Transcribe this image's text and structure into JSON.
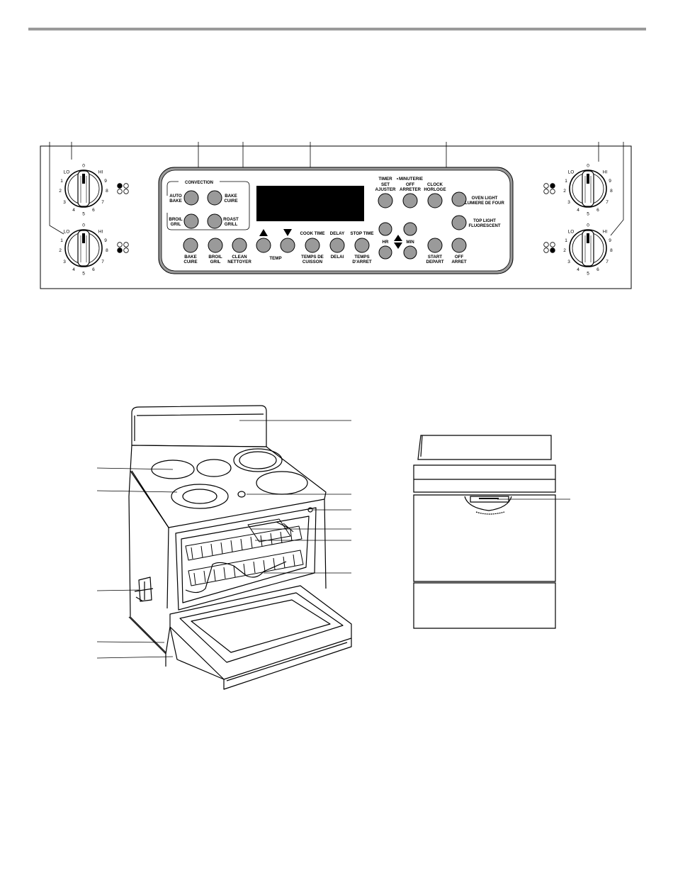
{
  "knob_scale": {
    "off": "0",
    "lo": "LO",
    "hi": "HI",
    "numbers": [
      "1",
      "2",
      "3",
      "4",
      "5",
      "6",
      "7",
      "8",
      "9"
    ]
  },
  "panel": {
    "convection_label": "CONVECTION",
    "convection_buttons": [
      {
        "line1": "AUTO",
        "line2": "BAKE"
      },
      {
        "line1": "BAKE",
        "line2": "CUIRE"
      },
      {
        "line1": "BROIL",
        "line2": "GRIL"
      },
      {
        "line1": "ROAST",
        "line2": "GRILL"
      }
    ],
    "bottom_buttons": [
      {
        "line1": "BAKE",
        "line2": "CUIRE"
      },
      {
        "line1": "BROIL",
        "line2": "GRIL"
      },
      {
        "line1": "CLEAN",
        "line2": "NETTOYER"
      }
    ],
    "temp_label": "TEMP",
    "cook_time": {
      "top": "COOK TIME",
      "line1": "TEMPS DE",
      "line2": "CUISSON"
    },
    "delay": {
      "top": "DELAY",
      "bottom": "DELAI"
    },
    "stop_time": {
      "top": "STOP TIME",
      "line1": "TEMPS",
      "line2": "D'ARRET"
    },
    "timer": {
      "left": "TIMER",
      "sep": "•",
      "right": "MINUTERIE"
    },
    "set": {
      "line1": "SET",
      "line2": "AJUSTER"
    },
    "off_top": {
      "line1": "OFF",
      "line2": "ARRETER"
    },
    "clock": {
      "line1": "CLOCK",
      "line2": "HORLOGE"
    },
    "oven_light": {
      "line1": "OVEN LIGHT",
      "line2": "LUMIERE DE FOUR"
    },
    "top_light": {
      "line1": "TOP LIGHT",
      "line2": "FLUORESCENT"
    },
    "hr_label": "HR",
    "min_label": "MIN",
    "start": {
      "line1": "START",
      "line2": "DEPART"
    },
    "off_bottom": {
      "line1": "OFF",
      "line2": "ARRET"
    }
  }
}
